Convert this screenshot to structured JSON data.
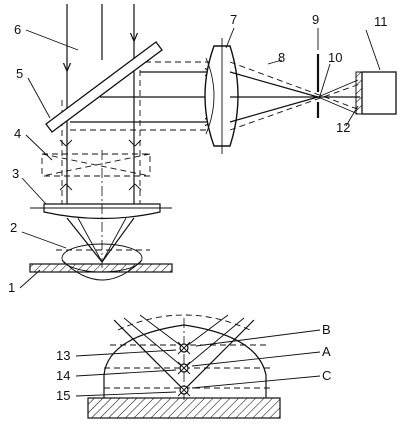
{
  "labels": {
    "l1": "1",
    "l2": "2",
    "l3": "3",
    "l4": "4",
    "l5": "5",
    "l6": "6",
    "l7": "7",
    "l8": "8",
    "l9": "9",
    "l10": "10",
    "l11": "11",
    "l12": "12",
    "l13": "13",
    "l14": "14",
    "l15": "15",
    "lA": "A",
    "lB": "B",
    "lC": "C"
  }
}
